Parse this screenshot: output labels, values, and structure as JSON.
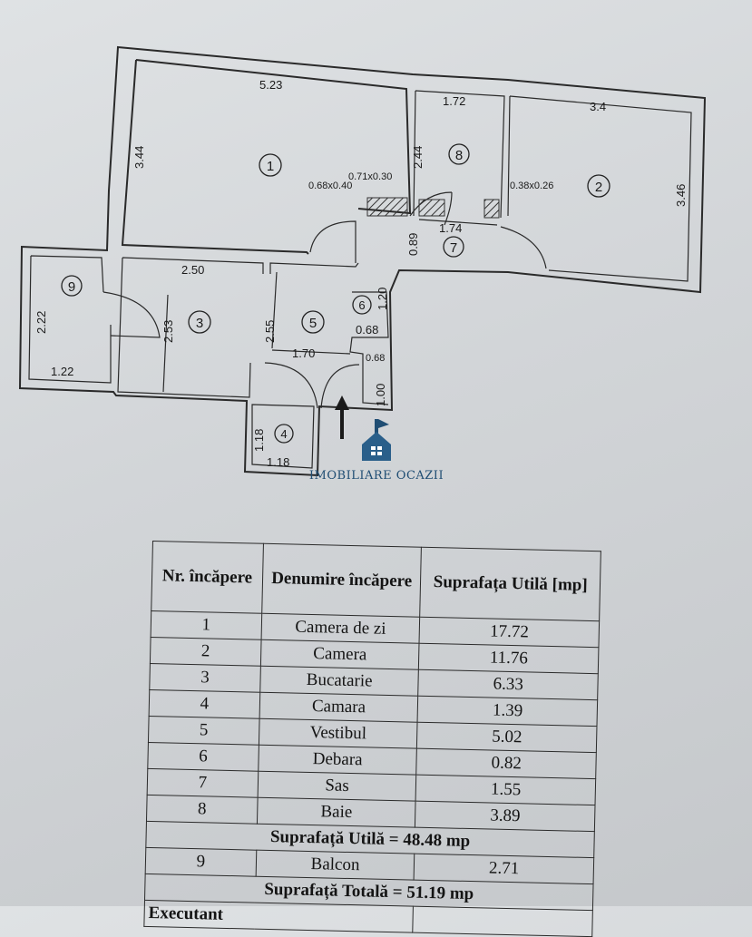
{
  "plan": {
    "rooms": [
      {
        "id": "1",
        "dims": [
          "5.23",
          "3.44"
        ]
      },
      {
        "id": "2",
        "dims": [
          "3.4",
          "3.46"
        ]
      },
      {
        "id": "3",
        "dims": [
          "2.50",
          "2.53"
        ]
      },
      {
        "id": "4",
        "dims": [
          "1.18",
          "1.18"
        ]
      },
      {
        "id": "5",
        "dims": [
          "2.55",
          "1.70"
        ]
      },
      {
        "id": "6",
        "dims": [
          "1.20",
          "0.68"
        ]
      },
      {
        "id": "7",
        "dims": [
          "1.74",
          "0.89"
        ]
      },
      {
        "id": "8",
        "dims": [
          "1.72",
          "2.44"
        ]
      },
      {
        "id": "9",
        "dims": [
          "2.22",
          "1.22"
        ]
      }
    ],
    "extra_dims": {
      "vest_b": "0.68",
      "vest_c": "1.00",
      "duct1": "0.71x0.30",
      "duct2": "0.68x0.40",
      "duct3": "0.38x0.26"
    }
  },
  "watermark": {
    "text": "IMOBILIARE OCAZII",
    "icon": "house-logo-icon",
    "color": "#1f4d73"
  },
  "table": {
    "headers": {
      "nr": "Nr. încăpere",
      "name": "Denumire încăpere",
      "area": "Suprafața Utilă [mp]"
    },
    "rows": [
      {
        "nr": "1",
        "name": "Camera de zi",
        "area": "17.72"
      },
      {
        "nr": "2",
        "name": "Camera",
        "area": "11.76"
      },
      {
        "nr": "3",
        "name": "Bucatarie",
        "area": "6.33"
      },
      {
        "nr": "4",
        "name": "Camara",
        "area": "1.39"
      },
      {
        "nr": "5",
        "name": "Vestibul",
        "area": "5.02"
      },
      {
        "nr": "6",
        "name": "Debara",
        "area": "0.82"
      },
      {
        "nr": "7",
        "name": "Sas",
        "area": "1.55"
      },
      {
        "nr": "8",
        "name": "Baie",
        "area": "3.89"
      }
    ],
    "util_total": "Suprafață Utilă = 48.48 mp",
    "balcony": {
      "nr": "9",
      "name": "Balcon",
      "area": "2.71"
    },
    "grand_total": "Suprafață Totală = 51.19 mp",
    "executant": "Executant"
  }
}
